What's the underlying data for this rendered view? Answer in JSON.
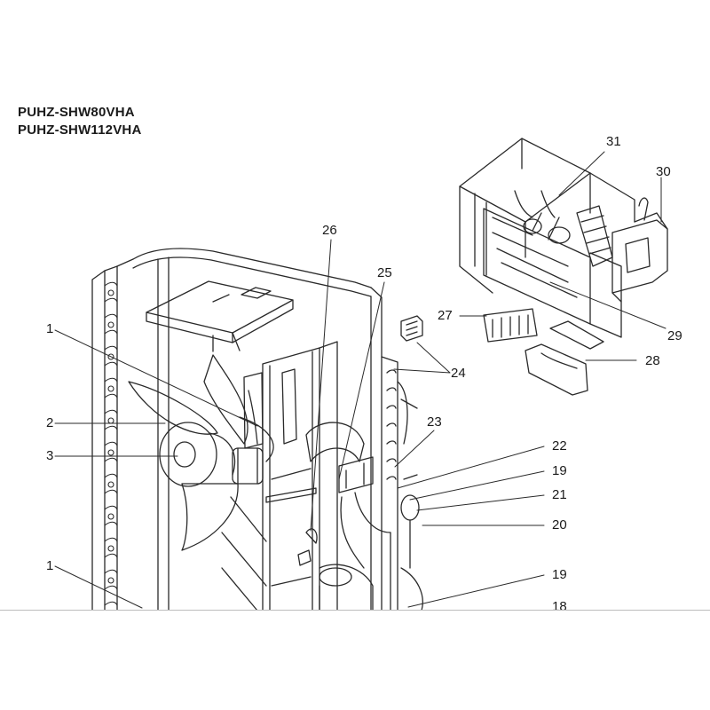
{
  "titles": {
    "line1": "PUHZ-SHW80VHA",
    "line2": "PUHZ-SHW112VHA"
  },
  "callouts": [
    "1",
    "2",
    "3",
    "1",
    "26",
    "25",
    "24",
    "23",
    "22",
    "19",
    "21",
    "20",
    "19",
    "18",
    "31",
    "30",
    "27",
    "29",
    "28"
  ],
  "colors": {
    "line": "#2a2a2a",
    "text": "#1a1a1a",
    "background": "#ffffff"
  }
}
